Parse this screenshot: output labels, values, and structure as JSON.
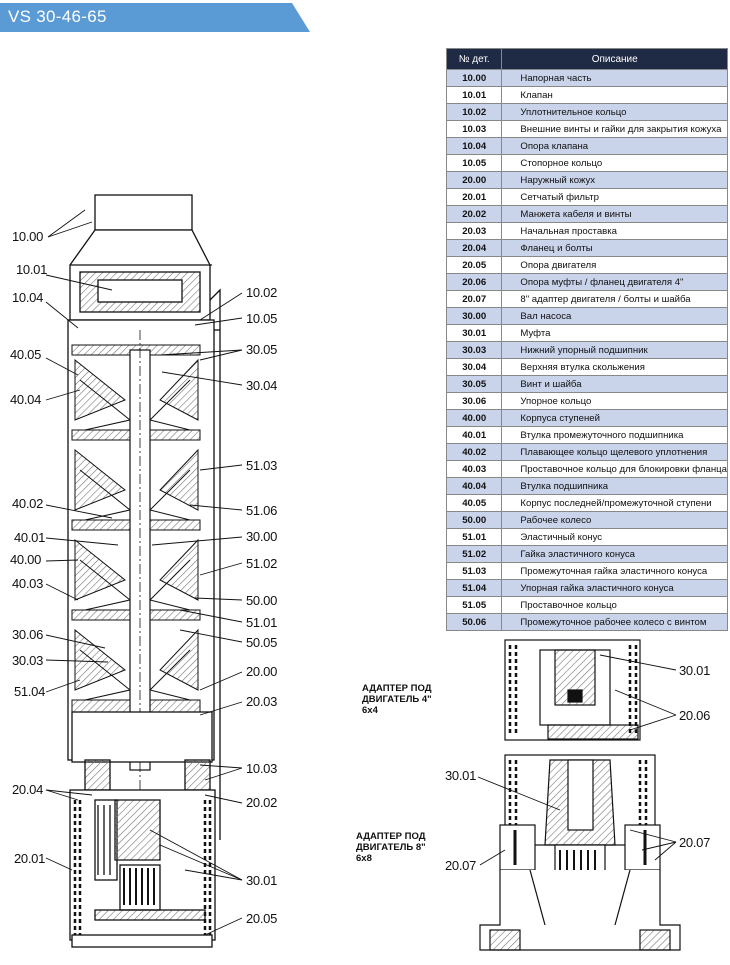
{
  "title": "VS 30-46-65",
  "table": {
    "header_no": "№ дет.",
    "header_desc": "Описание",
    "rows": [
      {
        "no": "10.00",
        "desc": "Напорная часть"
      },
      {
        "no": "10.01",
        "desc": "Клапан"
      },
      {
        "no": "10.02",
        "desc": "Уплотнительное кольцо"
      },
      {
        "no": "10.03",
        "desc": "Внешние винты и гайки для закрытия кожуха"
      },
      {
        "no": "10.04",
        "desc": "Опора клапана"
      },
      {
        "no": "10.05",
        "desc": "Стопорное кольцо"
      },
      {
        "no": "20.00",
        "desc": "Наружный кожух"
      },
      {
        "no": "20.01",
        "desc": "Сетчатый фильтр"
      },
      {
        "no": "20.02",
        "desc": "Манжета кабеля и винты"
      },
      {
        "no": "20.03",
        "desc": "Начальная проставка"
      },
      {
        "no": "20.04",
        "desc": "Фланец и болты"
      },
      {
        "no": "20.05",
        "desc": "Опора двигателя"
      },
      {
        "no": "20.06",
        "desc": "Опора муфты / фланец двигателя 4\""
      },
      {
        "no": "20.07",
        "desc": "8\" адаптер двигателя / болты и шайба"
      },
      {
        "no": "30.00",
        "desc": "Вал насоса"
      },
      {
        "no": "30.01",
        "desc": "Муфта"
      },
      {
        "no": "30.03",
        "desc": "Нижний упорный подшипник"
      },
      {
        "no": "30.04",
        "desc": "Верхняя втулка скольжения"
      },
      {
        "no": "30.05",
        "desc": "Винт и шайба"
      },
      {
        "no": "30.06",
        "desc": "Упорное кольцо"
      },
      {
        "no": "40.00",
        "desc": "Корпуса ступеней"
      },
      {
        "no": "40.01",
        "desc": "Втулка промежуточного подшипника"
      },
      {
        "no": "40.02",
        "desc": "Плавающее кольцо щелевого уплотнения"
      },
      {
        "no": "40.03",
        "desc": "Проставочное кольцо для блокировки фланца"
      },
      {
        "no": "40.04",
        "desc": "Втулка подшипника"
      },
      {
        "no": "40.05",
        "desc": "Корпус последней/промежуточной ступени"
      },
      {
        "no": "50.00",
        "desc": "Рабочее колесо"
      },
      {
        "no": "51.01",
        "desc": "Эластичный конус"
      },
      {
        "no": "51.02",
        "desc": "Гайка эластичного конуса"
      },
      {
        "no": "51.03",
        "desc": "Промежуточная гайка эластичного конуса"
      },
      {
        "no": "51.04",
        "desc": "Упорная гайка эластичного конуса"
      },
      {
        "no": "51.05",
        "desc": "Проставочное кольцо"
      },
      {
        "no": "50.06",
        "desc": "Промежуточное рабочее колесо с винтом"
      }
    ]
  },
  "labels": {
    "l1000": "10.00",
    "l1001": "10.01",
    "l1004": "10.04",
    "l4005": "40.05",
    "l4004": "40.04",
    "l4002": "40.02",
    "l4001": "40.01",
    "l4000": "40.00",
    "l4003": "40.03",
    "l3006": "30.06",
    "l3003": "30.03",
    "l5104": "51.04",
    "l2004": "20.04",
    "l2001": "20.01",
    "r1002": "10.02",
    "r1005": "10.05",
    "r3005": "30.05",
    "r3004": "30.04",
    "r5103": "51.03",
    "r5106": "51.06",
    "r3000": "30.00",
    "r5102": "51.02",
    "r5000": "50.00",
    "r5101": "51.01",
    "r5005": "50.05",
    "r2000": "20.00",
    "r2003": "20.03",
    "r1003": "10.03",
    "r2002": "20.02",
    "r3001": "30.01",
    "r2005": "20.05",
    "a3001": "30.01",
    "a2006": "20.06",
    "b3001": "30.01",
    "b2007r": "20.07",
    "b2007l": "20.07"
  },
  "captions": {
    "adapter4_line1": "АДАПТЕР ПОД",
    "adapter4_line2": "ДВИГАТЕЛЬ 4\"",
    "adapter4_line3": "6x4",
    "adapter8_line1": "АДАПТЕР ПОД",
    "adapter8_line2": "ДВИГАТЕЛЬ 8\"",
    "adapter8_line3": "6x8"
  },
  "colors": {
    "title_bg": "#5b9bd5",
    "header_bg": "#1f2a44",
    "row_alt": "#c9d3ea",
    "hatch": "#7a7a7a"
  }
}
